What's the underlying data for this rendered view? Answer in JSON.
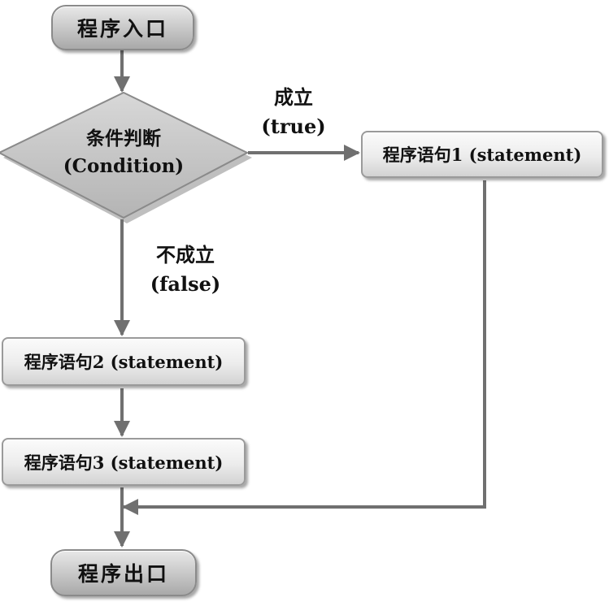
{
  "nodes": {
    "entry": "程序入口",
    "condition_line1": "条件判断",
    "condition_line2": "(Condition)",
    "statement1": "程序语句1 (statement)",
    "statement2": "程序语句2 (statement)",
    "statement3": "程序语句3 (statement)",
    "exit": "程序出口"
  },
  "edges": {
    "true_line1": "成立",
    "true_line2": "(true)",
    "false_line1": "不成立",
    "false_line2": "(false)"
  },
  "colors": {
    "line": "#707070",
    "node_border": "#9a9a9a",
    "diamond_fill": "#c4c4c4"
  }
}
